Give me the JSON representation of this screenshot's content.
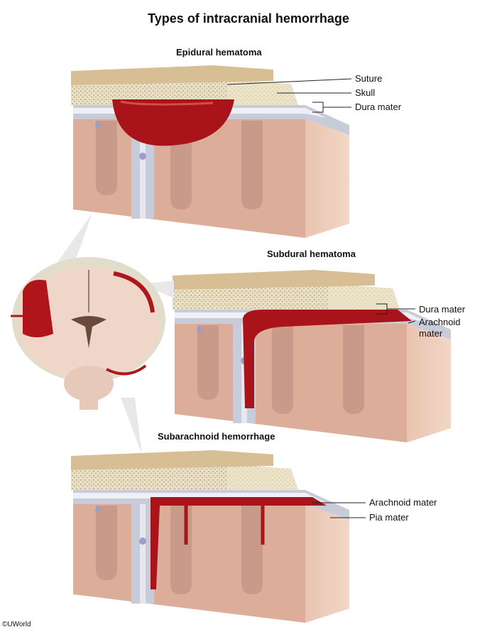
{
  "title": "Types of intracranial hemorrhage",
  "panels": {
    "epidural": {
      "heading": "Epidural hematoma",
      "labels": [
        "Suture",
        "Skull",
        "Dura mater"
      ]
    },
    "subdural": {
      "heading": "Subdural hematoma",
      "labels": [
        "Dura mater",
        "Arachnoid",
        "mater"
      ]
    },
    "subarachnoid": {
      "heading": "Subarachnoid hemorrhage",
      "labels": [
        "Arachnoid mater",
        "Pia mater"
      ]
    }
  },
  "copyright": "©UWorld",
  "colors": {
    "blood": "#b0151b",
    "brain": "#dfb4a0",
    "bone": "#e9dfc4",
    "dura": "#c8cbd8",
    "scalp": "#d8be94"
  }
}
